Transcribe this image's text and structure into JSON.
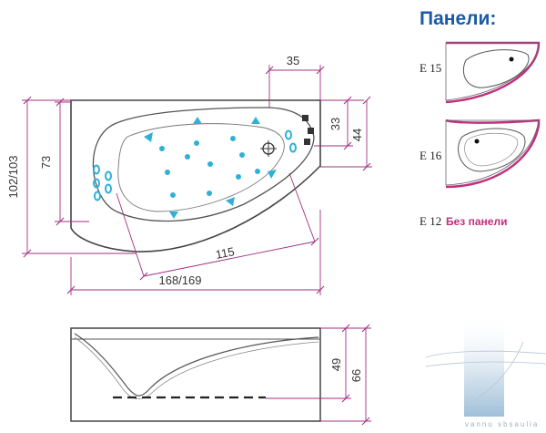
{
  "colors": {
    "outline": "#444444",
    "dimension": "#a0307f",
    "jet": "#2fb1d6",
    "panel_title": "#1a5aa6",
    "panel_edge": "#c0307f"
  },
  "top_view": {
    "dimensions": {
      "width": "168/169",
      "depth": "102/103",
      "inner_depth": "73",
      "inner_length": "115",
      "corner_offset": "35",
      "control_height": "33",
      "control_depth": "44"
    }
  },
  "side_view": {
    "dimensions": {
      "inner_height": "49",
      "total_height": "66"
    }
  },
  "panels": {
    "title": "Панели:",
    "items": [
      {
        "code": "E 15",
        "note": ""
      },
      {
        "code": "E 16",
        "note": ""
      },
      {
        "code": "E 12",
        "note": "Без панели"
      }
    ]
  },
  "watermark": "vannu sbsaulia"
}
